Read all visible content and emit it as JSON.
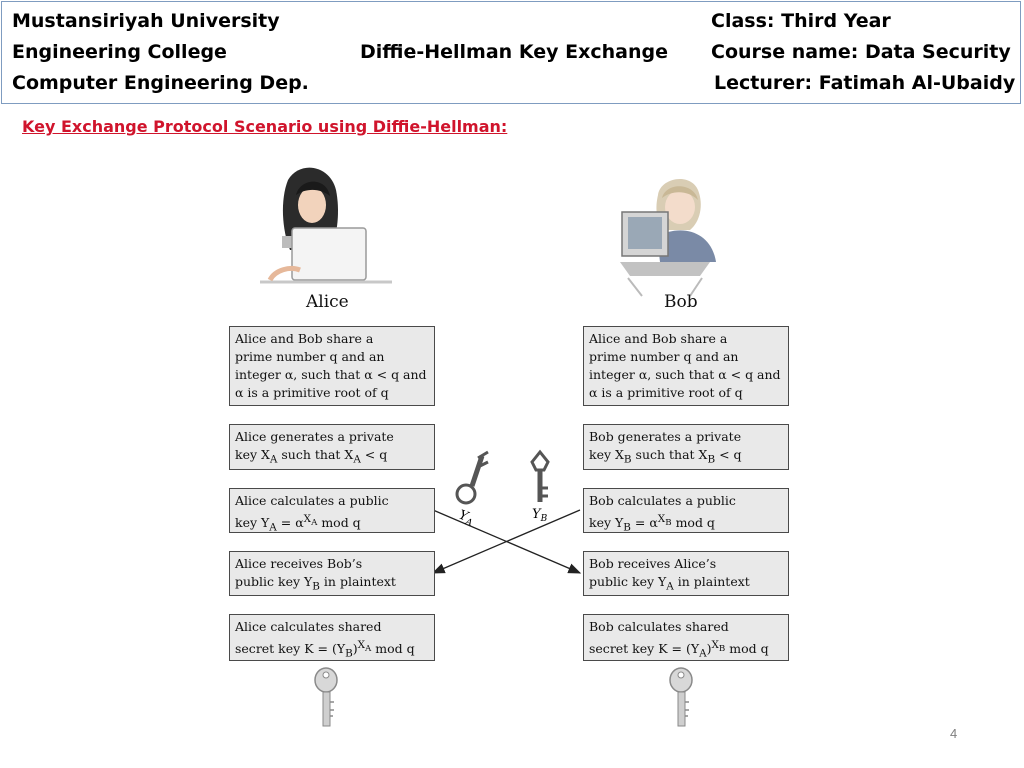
{
  "header": {
    "university": "Mustansiriyah University",
    "college": "Engineering College",
    "department": "Computer Engineering Dep.",
    "topic": "Diffie-Hellman Key Exchange",
    "class": "Class: Third Year",
    "course": "Course name: Data Security",
    "lecturer": "Lecturer: Fatimah Al-Ubaidy"
  },
  "subtitle": "Key Exchange Protocol Scenario using Diffie-Hellman:",
  "people": {
    "alice": "Alice",
    "bob": "Bob"
  },
  "key_labels": {
    "ya": "Y",
    "ya_sub": "A",
    "yb": "Y",
    "yb_sub": "B"
  },
  "alice_steps": [
    {
      "l1": "Alice and Bob share a",
      "l2": "prime number q and an",
      "l3": "integer α, such that α < q and",
      "l4": "α is a primitive root of q"
    },
    {
      "l1": "Alice generates a private",
      "l2": "key X",
      "l2sub": "A",
      "l2b": " such that X",
      "l2sub2": "A",
      "l2c": " < q"
    },
    {
      "l1": "Alice calculates a public",
      "l2": "key Y",
      "l2sub": "A",
      "l2b": " = α",
      "l2sup": "X",
      "l2supsub": "A",
      "l2c": " mod q"
    },
    {
      "l1": "Alice receives Bob’s",
      "l2": "public key Y",
      "l2sub": "B",
      "l2b": " in plaintext"
    },
    {
      "l1": "Alice calculates shared",
      "l2": "secret key K = (Y",
      "l2sub": "B",
      "l2b": ")",
      "l2sup": "X",
      "l2supsub": "A",
      "l2c": " mod q"
    }
  ],
  "bob_steps": [
    {
      "l1": "Alice and Bob share a",
      "l2": "prime number q and an",
      "l3": "integer α, such that α < q and",
      "l4": "α is a primitive root of q"
    },
    {
      "l1": "Bob generates a private",
      "l2": "key X",
      "l2sub": "B",
      "l2b": " such that X",
      "l2sub2": "B",
      "l2c": " < q"
    },
    {
      "l1": "Bob calculates a public",
      "l2": "key Y",
      "l2sub": "B",
      "l2b": " = α",
      "l2sup": "X",
      "l2supsub": "B",
      "l2c": " mod q"
    },
    {
      "l1": "Bob receives Alice’s",
      "l2": "public key Y",
      "l2sub": "A",
      "l2b": " in plaintext"
    },
    {
      "l1": "Bob calculates shared",
      "l2": "secret key K = (Y",
      "l2sub": "A",
      "l2b": ")",
      "l2sup": "X",
      "l2supsub": "B",
      "l2c": " mod q"
    }
  ],
  "page_number": "4",
  "colors": {
    "accent_red": "#d0142c",
    "header_border": "#7f9cc0",
    "box_fill": "#e9e9e9"
  }
}
